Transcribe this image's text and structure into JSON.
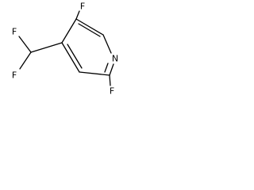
{
  "structure": {
    "atoms": {
      "f_top": "F",
      "f_chf2_upper": "F",
      "f_chf2_lower": "F",
      "n_ring": "N",
      "f_bottom": "F"
    },
    "colors": {
      "bond": "#000000",
      "label": "#000000",
      "background": "#ffffff"
    }
  }
}
